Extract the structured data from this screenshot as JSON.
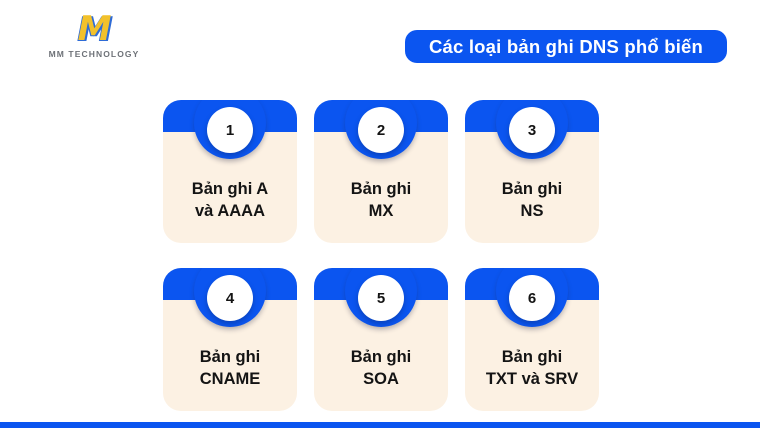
{
  "page": {
    "accent_blue": "#0b55f0",
    "card_bg": "#fcf1e3",
    "text_color": "#141414",
    "logo_yellow": "#f2c12b",
    "logo_blue": "#2e6bd6",
    "logo_gray": "#6d7177"
  },
  "logo": {
    "monogram": "M",
    "company": "MM TECHNOLOGY"
  },
  "title": {
    "text": "Các loại bản ghi DNS phổ biến"
  },
  "cards": [
    {
      "number": "1",
      "line1": "Bản ghi A",
      "line2": "và AAAA"
    },
    {
      "number": "2",
      "line1": "Bản ghi",
      "line2": "MX"
    },
    {
      "number": "3",
      "line1": "Bản ghi",
      "line2": "NS"
    },
    {
      "number": "4",
      "line1": "Bản ghi",
      "line2": "CNAME"
    },
    {
      "number": "5",
      "line1": "Bản ghi",
      "line2": "SOA"
    },
    {
      "number": "6",
      "line1": "Bản ghi",
      "line2": "TXT và SRV"
    }
  ]
}
